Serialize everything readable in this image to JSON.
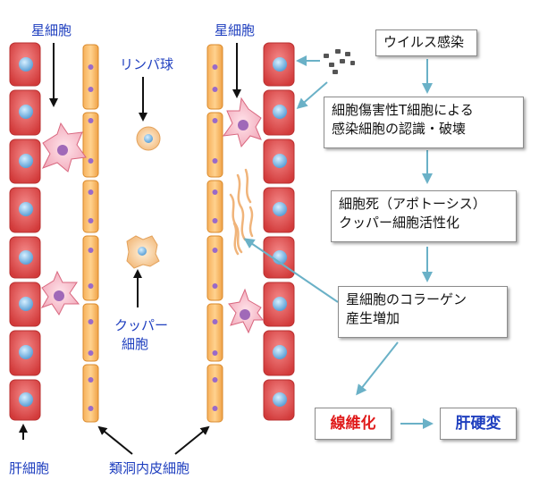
{
  "labels": {
    "stellate_left": "星細胞",
    "stellate_right": "星細胞",
    "lymphocyte": "リンパ球",
    "kupffer_line1": "クッパー",
    "kupffer_line2": "細胞",
    "hepatocyte": "肝細胞",
    "sinusoid": "類洞内皮細胞"
  },
  "flow": {
    "step1": "ウイルス感染",
    "step2_line1": "細胞傷害性T細胞による",
    "step2_line2": "感染細胞の認識・破壊",
    "step3_line1": "細胞死（アポトーシス）",
    "step3_line2": "クッパー細胞活性化",
    "step4_line1": "星細胞のコラーゲン",
    "step4_line2": "産生増加",
    "result1": "線維化",
    "result2": "肝硬変"
  },
  "colors": {
    "label_blue": "#1f3fbf",
    "result_red": "#e01b1b",
    "result_blue": "#1f3fbf",
    "flow_arrow": "#6ab1c7"
  }
}
